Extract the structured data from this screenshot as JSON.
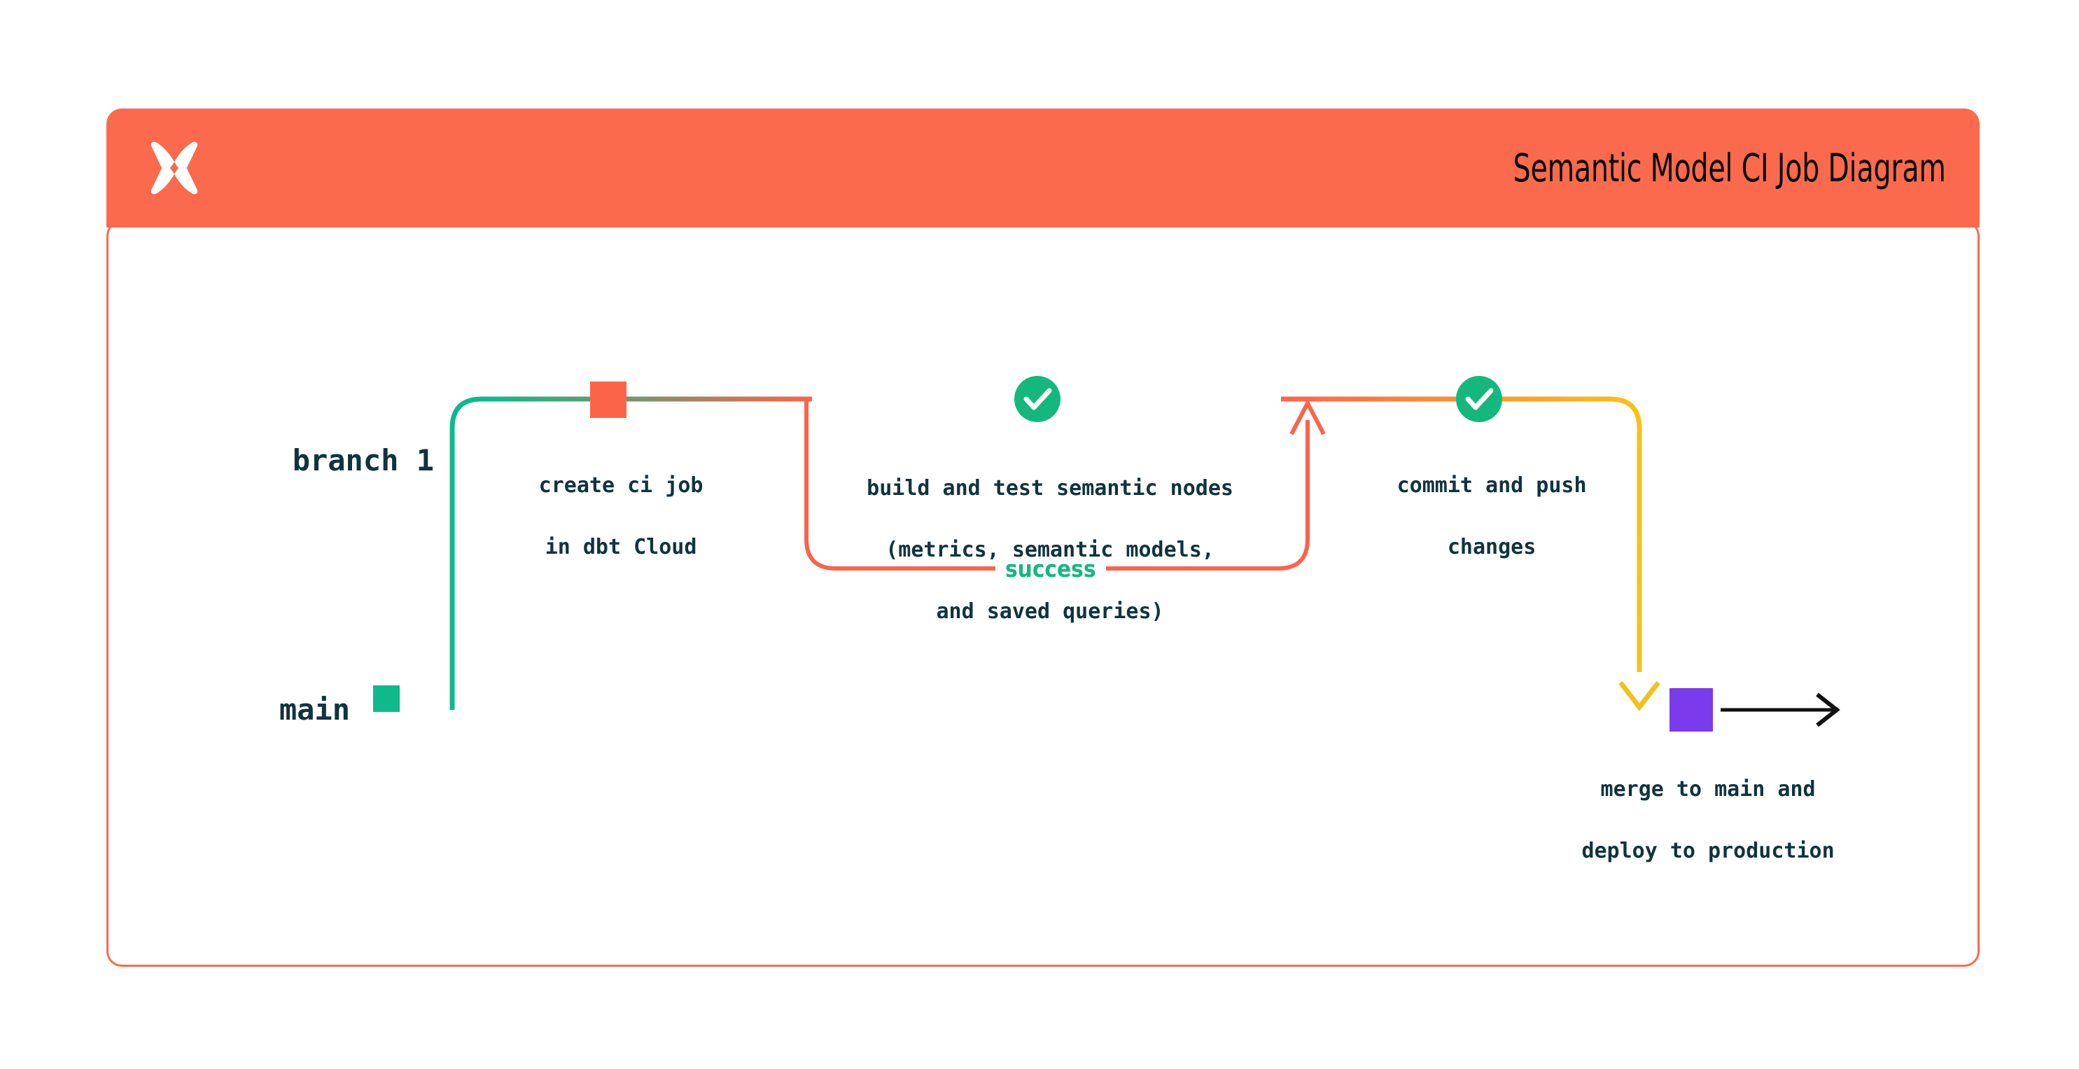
{
  "header": {
    "title": "Semantic Model CI Job Diagram",
    "logo_icon": "dbt-logo-icon",
    "background_color": "#fc6a4d"
  },
  "colors": {
    "card_border": "#fc6a4d",
    "header_bg": "#fc6a4d",
    "main_branch": "#0fb98a",
    "feature_branch": "#fc6449",
    "merge_path": "#f9c116",
    "commit_node": "#fc6449",
    "main_node": "#0fb98a",
    "merge_node": "#7c3aed",
    "check_node": "#14b87f",
    "text": "#10343f",
    "success_text": "#14b87f",
    "arrow": "#111111"
  },
  "branches": [
    {
      "id": "branch-1",
      "label": "branch 1"
    },
    {
      "id": "main",
      "label": "main"
    }
  ],
  "nodes": [
    {
      "id": "create-ci-job",
      "shape": "square",
      "color": "#fc6449",
      "branch": "branch 1",
      "label_lines": [
        "create ci job",
        "in dbt Cloud"
      ]
    },
    {
      "id": "build-and-test",
      "shape": "check-circle",
      "color": "#14b87f",
      "branch": "branch 1",
      "label_lines": [
        "build and test semantic nodes",
        "(metrics, semantic models,",
        "and saved queries)"
      ]
    },
    {
      "id": "commit-and-push",
      "shape": "check-circle",
      "color": "#14b87f",
      "branch": "branch 1",
      "label_lines": [
        "commit and push",
        "changes"
      ]
    },
    {
      "id": "merge-to-main",
      "shape": "square",
      "color": "#7c3aed",
      "branch": "main",
      "label_lines": [
        "merge to main and",
        "deploy to production"
      ]
    },
    {
      "id": "main-start",
      "shape": "square",
      "color": "#0fb98a",
      "branch": "main",
      "label_lines": []
    }
  ],
  "edges": [
    {
      "id": "branch-off",
      "from": "main",
      "to": "branch 1",
      "label": ""
    },
    {
      "id": "retry-loop",
      "from": "build-and-test",
      "to": "build-and-test",
      "label": "success"
    },
    {
      "id": "merge-down",
      "from": "commit-and-push",
      "to": "merge-to-main",
      "label": ""
    },
    {
      "id": "main-continue",
      "from": "merge-to-main",
      "to": "",
      "label": ""
    }
  ],
  "labels": {
    "branch1_name": "branch 1",
    "main_name": "main",
    "create_ci_job_l1": "create ci job",
    "create_ci_job_l2": "in dbt Cloud",
    "build_test_l1": "build and test semantic nodes",
    "build_test_l2": "(metrics, semantic models,",
    "build_test_l3": "and saved queries)",
    "commit_push_l1": "commit and push",
    "commit_push_l2": "changes",
    "merge_l1": "merge to main and",
    "merge_l2": "deploy to production",
    "success": "success"
  }
}
